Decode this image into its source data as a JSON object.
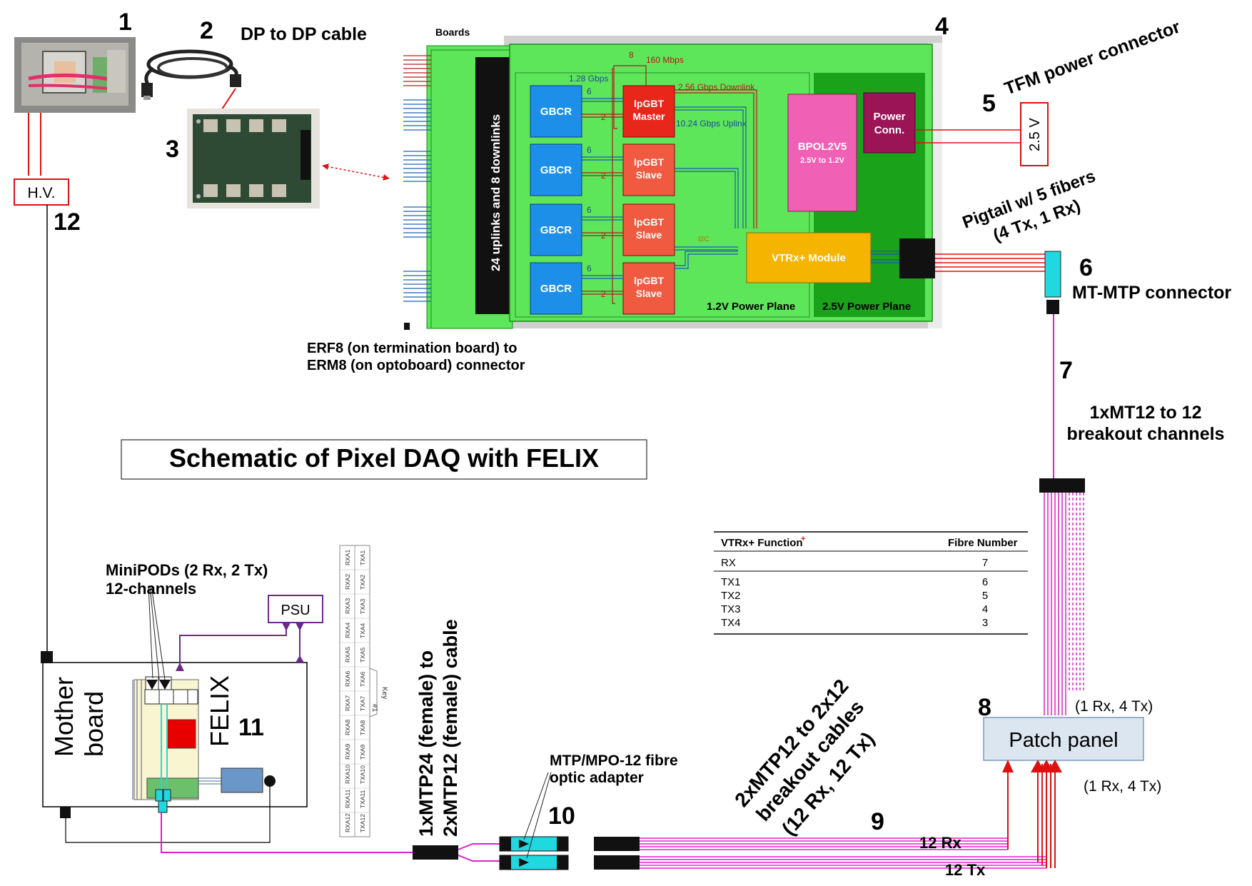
{
  "title": "Schematic of Pixel DAQ with FELIX",
  "numbers": {
    "n1": "1",
    "n2": "2",
    "n3": "3",
    "n4": "4",
    "n5": "5",
    "n6": "6",
    "n7": "7",
    "n8": "8",
    "n9": "9",
    "n10": "10",
    "n11": "11",
    "n12": "12"
  },
  "labels": {
    "dp_cable": "DP to DP cable",
    "hv": "H.V.",
    "erf_line1": "ERF8 (on termination board) to",
    "erf_line2": "ERM8 (on optoboard) connector",
    "tfm_power": "TFM power connector",
    "voltage": "2.5 V",
    "pigtail_line1": "Pigtail w/ 5 fibers",
    "pigtail_line2": "(4 Tx, 1 Rx)",
    "mtmtp": "MT-MTP connector",
    "breakout_line1": "1xMT12 to 12",
    "breakout_line2": "breakout channels",
    "patch_panel": "Patch panel",
    "rx_tx_upper": "(1 Rx, 4 Tx)",
    "rx_tx_lower": "(1 Rx, 4 Tx)",
    "breakout_cables_line1": "2xMTP12 to 2x12",
    "breakout_cables_line2": "breakout cables",
    "breakout_cables_line3": "(12 Rx, 12 Tx)",
    "rx12": "12 Rx",
    "tx12": "12 Tx",
    "adapter_line1": "MTP/MPO-12 fibre",
    "adapter_line2": "optic adapter",
    "mtp24_line1": "1xMTP24 (female) to",
    "mtp24_line2": "2xMTP12 (female) cable",
    "minipods_line1": "MiniPODs (2 Rx, 2 Tx)",
    "minipods_line2": "12-channels",
    "psu": "PSU",
    "motherboard_line1": "Mother",
    "motherboard_line2": "board",
    "felix": "FELIX",
    "key_label": "Key",
    "key_num": "#1"
  },
  "optoboard": {
    "boards_label": "Boards",
    "connector_label": "24 uplinks  and 8 downlinks",
    "gbcr": "GBCR",
    "master_line1": "lpGBT",
    "master_line2": "Master",
    "slave_line1": "lpGBT",
    "slave_line2": "Slave",
    "gbps_128": "1.28 Gbps",
    "mbps_160": "160 Mbps",
    "downlink": "2.56 Gbps Downlink",
    "uplink": "10.24 Gbps Uplink",
    "i2c": "I2C",
    "bpol_line1": "BPOL2V5",
    "bpol_line2": "2.5V to 1.2V",
    "power_line1": "Power",
    "power_line2": "Conn.",
    "vtrx": "VTRx+ Module",
    "plane_12": "1.2V Power Plane",
    "plane_25": "2.5V Power Plane",
    "six": "6",
    "two": "2",
    "eight": "8"
  },
  "fibre_table": {
    "headers": [
      "VTRx+ Function",
      "Fibre Number"
    ],
    "header_sup": "+",
    "rows": [
      {
        "function": "RX",
        "fibre": "7"
      },
      {
        "function": "TX1",
        "fibre": "6"
      },
      {
        "function": "TX2",
        "fibre": "5"
      },
      {
        "function": "TX3",
        "fibre": "4"
      },
      {
        "function": "TX4",
        "fibre": "3"
      }
    ]
  },
  "mtp_pinout": {
    "rx": [
      "RXA1",
      "RXA2",
      "RXA3",
      "RXA4",
      "RXA5",
      "RXA6",
      "RXA7",
      "RXA8",
      "RXA9",
      "RXA10",
      "RXA11",
      "RXA12"
    ],
    "tx": [
      "TXA1",
      "TXA2",
      "TXA3",
      "TXA4",
      "TXA5",
      "TXA6",
      "TXA7",
      "TXA8",
      "TXA9",
      "TXA10",
      "TXA11",
      "TXA12"
    ]
  },
  "colors": {
    "optoboard_green": "#5ee65a",
    "gbcr_blue": "#1e8fe8",
    "lpgbt_red": "#f05a40",
    "lpgbt_master": "#e8261a",
    "bpol_pink": "#f060b4",
    "power_conn": "#9a1456",
    "vtrx_orange": "#f5b400",
    "fibre_magenta": "#e020c8",
    "wire_red": "#e01010",
    "psu_purple": "#6a2a8a",
    "mtp_cyan": "#20d8e0",
    "patch_panel": "#dce6f0"
  }
}
